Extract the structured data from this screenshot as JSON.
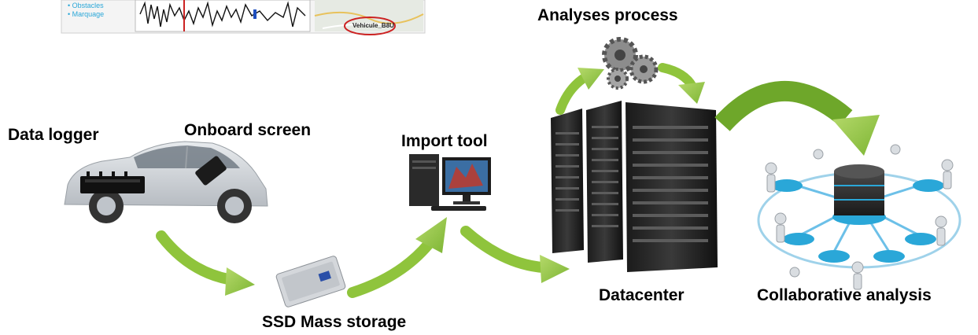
{
  "labels": {
    "data_logger": "Data logger",
    "onboard_screen": "Onboard screen",
    "import_tool": "Import tool",
    "analyses_process": "Analyses process",
    "datacenter": "Datacenter",
    "collaborative_analysis": "Collaborative analysis",
    "ssd_mass_storage": "SSD Mass storage"
  },
  "dashboard": {
    "legend": [
      "Obstacles",
      "Marquage"
    ],
    "map_marker": "Vehicule_B8U"
  },
  "colors": {
    "arrow": "#8fc43c",
    "arrow_dark": "#5f9a22",
    "accent_red": "#cc2222",
    "hub_blue": "#2aa7d8"
  }
}
